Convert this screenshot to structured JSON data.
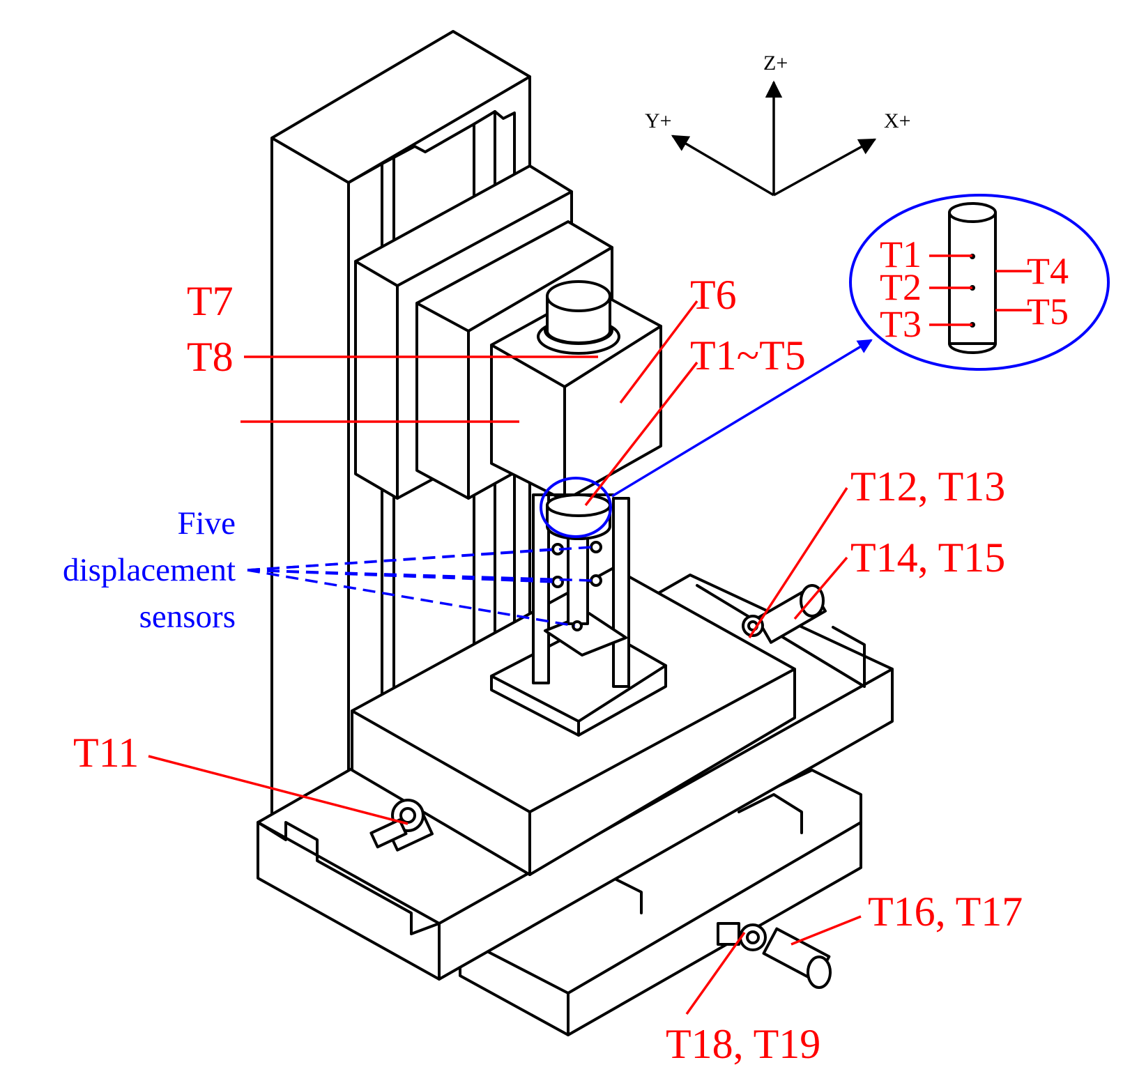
{
  "axes": {
    "z": "Z+",
    "y": "Y+",
    "x": "X+"
  },
  "labels": {
    "t7": "T7",
    "t8": "T8",
    "t6": "T6",
    "t1_t5": "T1~T5",
    "t12_t13": "T12, T13",
    "t14_t15": "T14, T15",
    "t11": "T11",
    "t16_t17": "T16, T17",
    "t18_t19": "T18, T19"
  },
  "inset": {
    "t1": "T1",
    "t2": "T2",
    "t3": "T3",
    "t4": "T4",
    "t5": "T5"
  },
  "sensors": {
    "line1": "Five",
    "line2": "displacement",
    "line3": "sensors"
  },
  "colors": {
    "labels": "#ff0000",
    "sensors": "#0000ff",
    "drawing": "#000000"
  }
}
